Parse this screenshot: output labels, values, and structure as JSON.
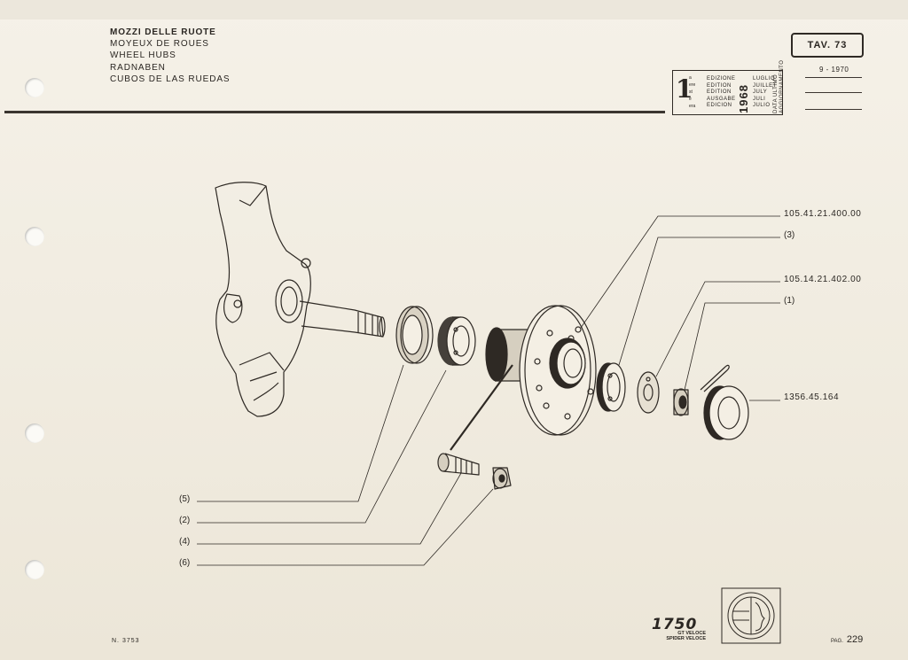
{
  "header": {
    "titles": [
      "MOZZI DELLE RUOTE",
      "MOYEUX DE ROUES",
      "WHEEL HUBS",
      "RADNABEN",
      "CUBOS DE LAS RUEDAS"
    ],
    "plate_label": "TAV. 73",
    "update_date": "9 - 1970",
    "update_label": [
      "DATA ULTIMO",
      "AGGIORNAMENTO"
    ]
  },
  "edition": {
    "number": "1",
    "superscripts": [
      "a",
      "ere",
      "st",
      "e",
      "era"
    ],
    "words": [
      "EDIZIONE",
      "EDITION",
      "EDITION",
      "AUSGABE",
      "EDICION"
    ],
    "year": "1968",
    "months": [
      "LUGLIO",
      "JUILLET",
      "JULY",
      "JULI",
      "JULIO"
    ]
  },
  "callouts": {
    "right": [
      {
        "text": "105.41.21.400.00"
      },
      {
        "text": "(3)"
      },
      {
        "text": "105.14.21.402.00"
      },
      {
        "text": "(1)"
      },
      {
        "text": "1356.45.164"
      }
    ],
    "left": [
      {
        "text": "(5)"
      },
      {
        "text": "(2)"
      },
      {
        "text": "(4)"
      },
      {
        "text": "(6)"
      }
    ]
  },
  "footer": {
    "doc_number": "N. 3753",
    "model": "1750",
    "variants": [
      "GT VELOCE",
      "SPIDER VELOCE"
    ],
    "page_label": "PAG.",
    "page_number": "229"
  },
  "colors": {
    "paper": "#f1ece0",
    "ink": "#2a2622"
  }
}
